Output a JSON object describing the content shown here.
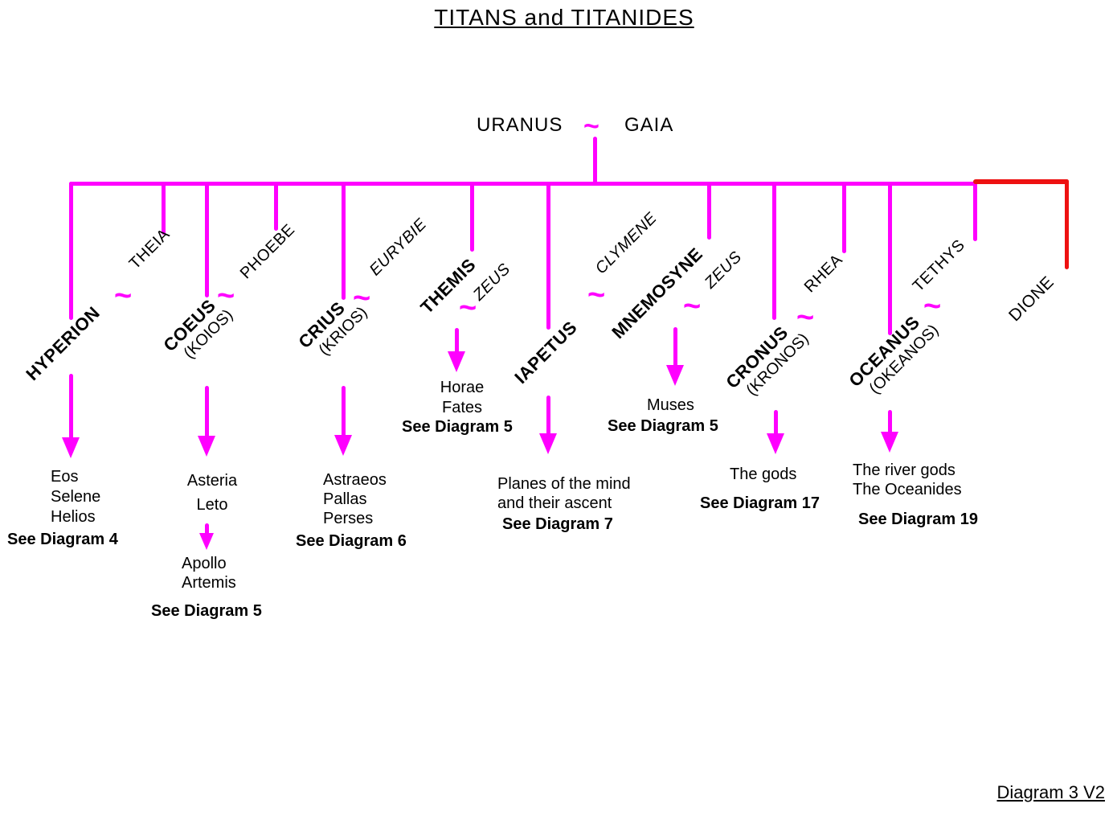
{
  "title": "TITANS and TITANIDES",
  "footer": "Diagram 3 V2",
  "tilde": "~",
  "colors": {
    "magenta": "#ff00ff",
    "red": "#ee1111",
    "text": "#000000",
    "background": "#ffffff"
  },
  "parents": {
    "father": "URANUS",
    "mother": "GAIA"
  },
  "couples": [
    {
      "titan": "HYPERION",
      "alt": null,
      "spouse": "THEIA"
    },
    {
      "titan": "COEUS",
      "alt": "(KOIOS)",
      "spouse": "PHOEBE"
    },
    {
      "titan": "CRIUS",
      "alt": "(KRIOS)",
      "spouse": "EURYBIE"
    },
    {
      "titan": "THEMIS",
      "alt": null,
      "spouse": "ZEUS"
    },
    {
      "titan": "IAPETUS",
      "alt": null,
      "spouse": "CLYMENE"
    },
    {
      "titan": "MNEMOSYNE",
      "alt": null,
      "spouse": "ZEUS"
    },
    {
      "titan": "CRONUS",
      "alt": "(KRONOS)",
      "spouse": "RHEA"
    },
    {
      "titan": "OCEANUS",
      "alt": "(OKEANOS)",
      "spouse": "TETHYS"
    }
  ],
  "single": {
    "name": "DIONE"
  },
  "offspring": {
    "hyperion": {
      "children": [
        "Eos",
        "Selene",
        "Helios"
      ],
      "see": "See Diagram 4"
    },
    "coeus": {
      "children": [
        "Asteria",
        "Leto"
      ],
      "grandchildren": [
        "Apollo",
        "Artemis"
      ],
      "see": "See Diagram 5"
    },
    "crius": {
      "children": [
        "Astraeos",
        "Pallas",
        "Perses"
      ],
      "see": "See Diagram 6"
    },
    "themis": {
      "children": [
        "Horae",
        "Fates"
      ],
      "see": "See Diagram 5"
    },
    "iapetus": {
      "children": [
        "Planes of the mind",
        "and their ascent"
      ],
      "see": "See Diagram 7"
    },
    "mnemosyne": {
      "children": [
        "Muses"
      ],
      "see": "See Diagram 5"
    },
    "cronus": {
      "children": [
        "The gods"
      ],
      "see": "See Diagram 17"
    },
    "oceanus": {
      "children": [
        "The river gods",
        "The Oceanides"
      ],
      "see": "See Diagram 19"
    }
  }
}
